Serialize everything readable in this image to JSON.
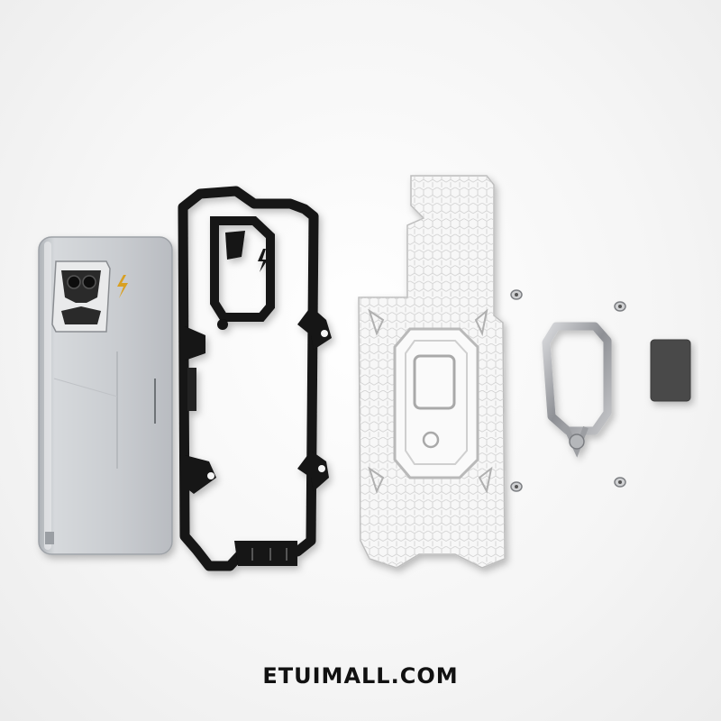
{
  "watermark": {
    "text": "ETUIMALL.COM"
  },
  "colors": {
    "background": "#f4f4f4",
    "phone_body": "#c9ccd0",
    "bumper": "#111111",
    "clear_panel": "#f7f7f7",
    "ring": "#9c9ea2",
    "plate": "#4a4a4a",
    "watermark": "#111111"
  },
  "product_parts": [
    {
      "name": "phone-back",
      "icon": "phone-shape"
    },
    {
      "name": "black-bumper-frame",
      "icon": "frame-shape"
    },
    {
      "name": "clear-honeycomb-back-panel",
      "icon": "panel-shape"
    },
    {
      "name": "screws",
      "icon": "screw-shape"
    },
    {
      "name": "metal-ring-holder",
      "icon": "ring-shape"
    },
    {
      "name": "magnetic-plate",
      "icon": "plate-shape"
    }
  ]
}
